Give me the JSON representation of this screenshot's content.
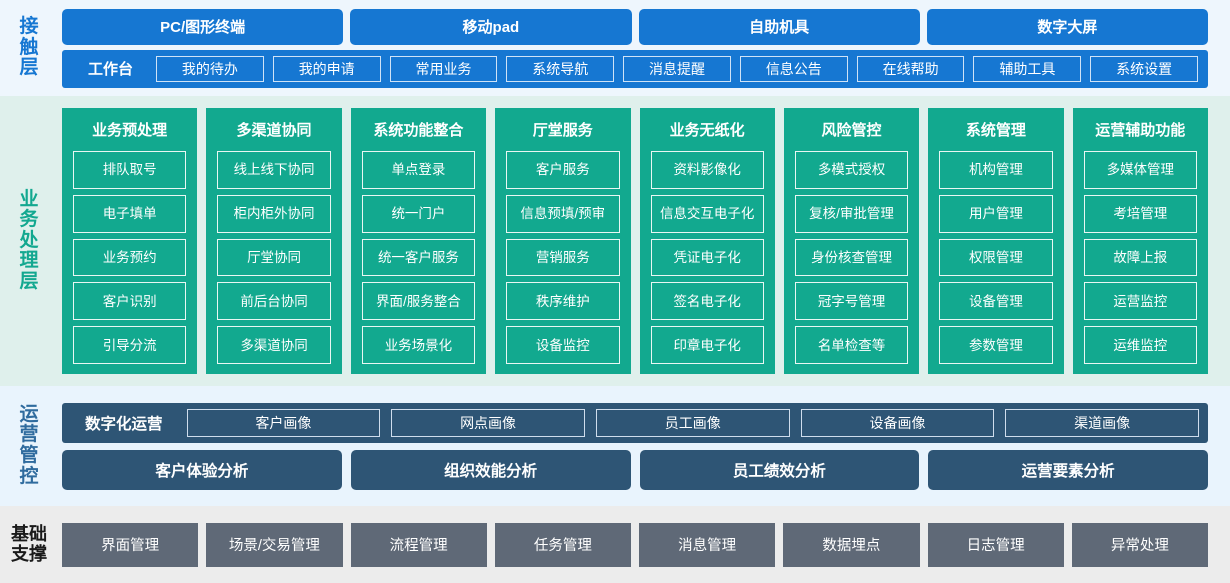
{
  "layers": {
    "contact": {
      "label": "接触层",
      "label_chars": [
        "接",
        "触",
        "层"
      ],
      "accent_color": "#1677d2",
      "channels": [
        "PC/图形终端",
        "移动pad",
        "自助机具",
        "数字大屏"
      ],
      "quick_bar": {
        "title": "工作台",
        "items": [
          "我的待办",
          "我的申请",
          "常用业务",
          "系统导航",
          "消息提醒",
          "信息公告",
          "在线帮助",
          "辅助工具",
          "系统设置"
        ]
      }
    },
    "business": {
      "label": "业务处理层",
      "label_chars": [
        "业",
        "务",
        "处",
        "理",
        "层"
      ],
      "accent_color": "#12a98f",
      "columns": [
        {
          "title": "业务预处理",
          "items": [
            "排队取号",
            "电子填单",
            "业务预约",
            "客户识别",
            "引导分流"
          ]
        },
        {
          "title": "多渠道协同",
          "items": [
            "线上线下协同",
            "柜内柜外协同",
            "厅堂协同",
            "前后台协同",
            "多渠道协同"
          ]
        },
        {
          "title": "系统功能整合",
          "items": [
            "单点登录",
            "统一门户",
            "统一客户服务",
            "界面/服务整合",
            "业务场景化"
          ]
        },
        {
          "title": "厅堂服务",
          "items": [
            "客户服务",
            "信息预填/预审",
            "营销服务",
            "秩序维护",
            "设备监控"
          ]
        },
        {
          "title": "业务无纸化",
          "items": [
            "资料影像化",
            "信息交互电子化",
            "凭证电子化",
            "签名电子化",
            "印章电子化"
          ]
        },
        {
          "title": "风险管控",
          "items": [
            "多模式授权",
            "复核/审批管理",
            "身份核查管理",
            "冠字号管理",
            "名单检查等"
          ]
        },
        {
          "title": "系统管理",
          "items": [
            "机构管理",
            "用户管理",
            "权限管理",
            "设备管理",
            "参数管理"
          ]
        },
        {
          "title": "运营辅助功能",
          "items": [
            "多媒体管理",
            "考培管理",
            "故障上报",
            "运营监控",
            "运维监控"
          ]
        }
      ]
    },
    "operations": {
      "label": "运营管控",
      "label_chars": [
        "运",
        "营",
        "管",
        "控"
      ],
      "accent_color": "#2e5575",
      "portrait_bar": {
        "title": "数字化运营",
        "items": [
          "客户画像",
          "网点画像",
          "员工画像",
          "设备画像",
          "渠道画像"
        ]
      },
      "analysis_items": [
        "客户体验分析",
        "组织效能分析",
        "员工绩效分析",
        "运营要素分析"
      ]
    },
    "base": {
      "label": "基础支撑",
      "label_lines": [
        "基础",
        "支撑"
      ],
      "accent_color": "#5f6977",
      "items": [
        "界面管理",
        "场景/交易管理",
        "流程管理",
        "任务管理",
        "消息管理",
        "数据埋点",
        "日志管理",
        "异常处理"
      ]
    }
  }
}
